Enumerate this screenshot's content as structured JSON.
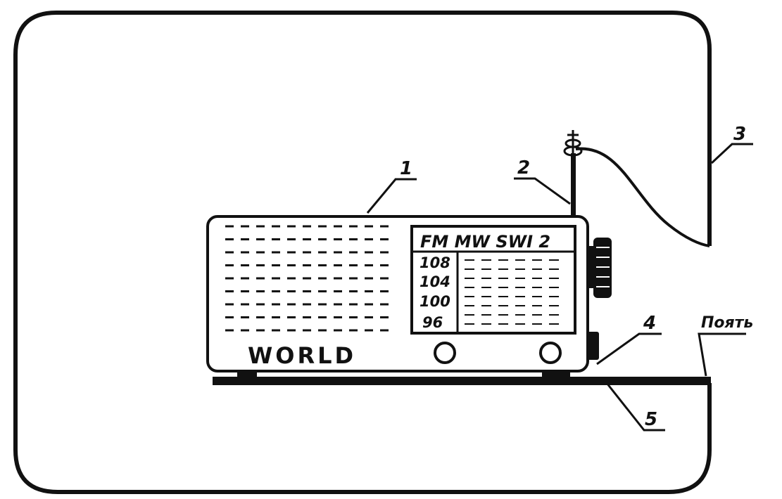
{
  "labels": {
    "radio": "1",
    "antenna": "2",
    "wire": "3",
    "clamp": "4",
    "shelf": "5",
    "loop": "Пoять"
  },
  "radio": {
    "brand": "WORLD",
    "bands": "FM MW SWI 2",
    "scale": [
      "108",
      "104",
      "100",
      "96"
    ]
  }
}
